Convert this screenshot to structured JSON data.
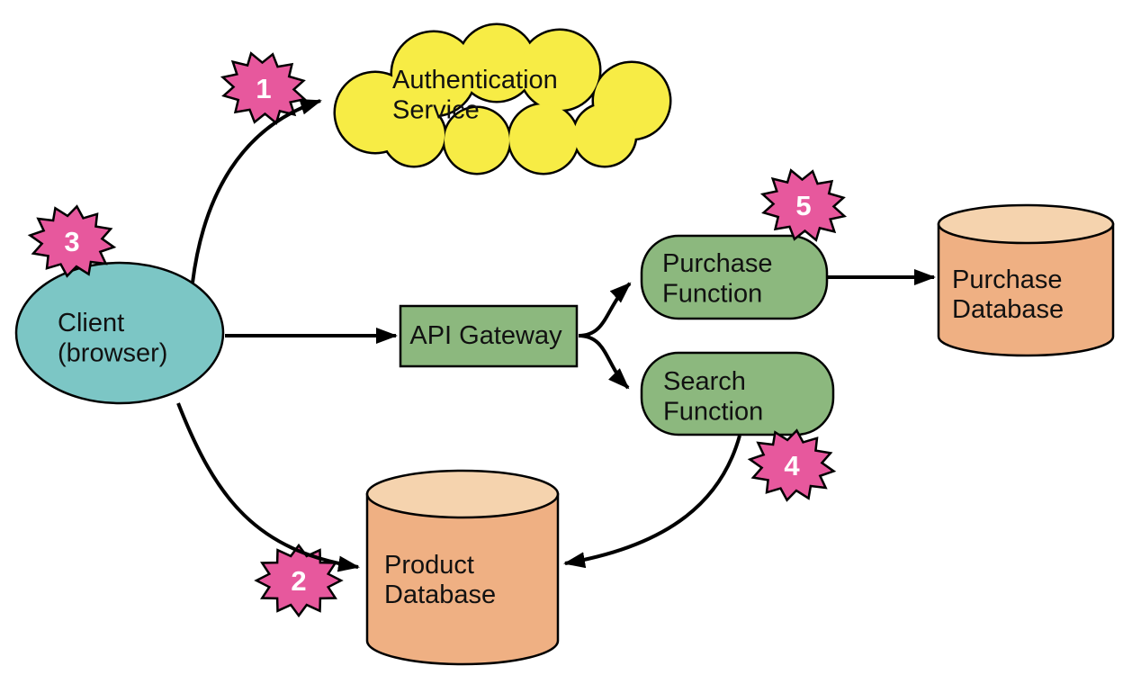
{
  "diagram": {
    "type": "architecture-flow-diagram",
    "colors": {
      "cloud_fill": "#f7ec45",
      "client_fill": "#7cc6c5",
      "function_fill": "#8cb87e",
      "db_body_fill": "#efb083",
      "db_top_fill": "#f5d3ae",
      "badge_fill": "#e7589d",
      "badge_text": "#ffffff",
      "outline": "#000000",
      "text": "#111111"
    },
    "nodes": {
      "auth_service": {
        "shape": "cloud",
        "line1": "Authentication",
        "line2": "Service"
      },
      "client": {
        "shape": "ellipse",
        "line1": "Client",
        "line2": "(browser)"
      },
      "api_gateway": {
        "shape": "rectangle",
        "line1": "API Gateway"
      },
      "purchase_function": {
        "shape": "rounded-rectangle",
        "line1": "Purchase",
        "line2": "Function"
      },
      "search_function": {
        "shape": "rounded-rectangle",
        "line1": "Search",
        "line2": "Function"
      },
      "purchase_database": {
        "shape": "cylinder",
        "line1": "Purchase",
        "line2": "Database"
      },
      "product_database": {
        "shape": "cylinder",
        "line1": "Product",
        "line2": "Database"
      }
    },
    "badges": {
      "b1": {
        "number": "1"
      },
      "b2": {
        "number": "2"
      },
      "b3": {
        "number": "3"
      },
      "b4": {
        "number": "4"
      },
      "b5": {
        "number": "5"
      }
    },
    "edges": [
      {
        "from": "client",
        "to": "auth_service"
      },
      {
        "from": "client",
        "to": "api_gateway"
      },
      {
        "from": "client",
        "to": "product_database"
      },
      {
        "from": "api_gateway",
        "to": "purchase_function"
      },
      {
        "from": "api_gateway",
        "to": "search_function"
      },
      {
        "from": "purchase_function",
        "to": "purchase_database"
      },
      {
        "from": "search_function",
        "to": "product_database"
      }
    ]
  }
}
